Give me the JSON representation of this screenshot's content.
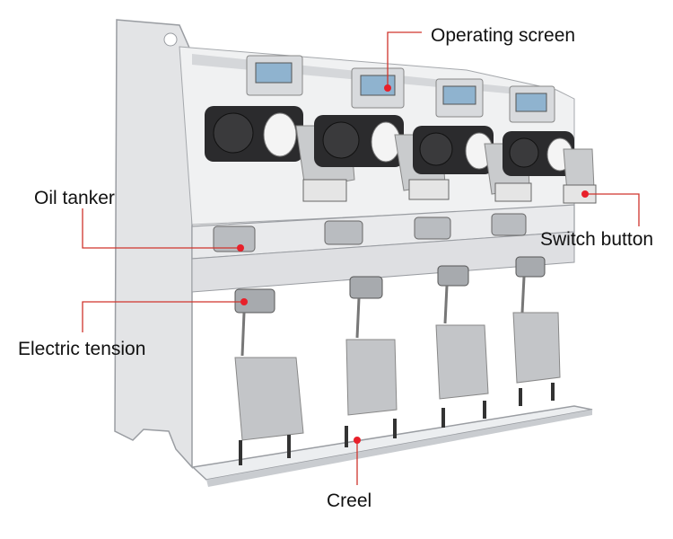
{
  "labels": {
    "operating_screen": "Operating screen",
    "oil_tanker": "Oil tanker",
    "switch_button": "Switch button",
    "electric_tension": "Electric tension",
    "creel": "Creel"
  },
  "colors": {
    "callout_line": "#d0342c",
    "callout_dot": "#e8202a",
    "frame": "#e6e7e9",
    "frame_edge": "#9a9da2",
    "dark_metal": "#2b2b2d",
    "steel": "#b9bcc0",
    "shield": "#c9cbcd",
    "panel_blue": "#8fb3cf"
  }
}
